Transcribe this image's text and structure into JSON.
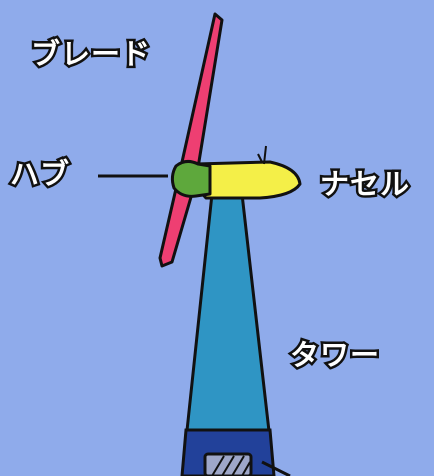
{
  "labels": {
    "blade": "ブレード",
    "hub": "ハブ",
    "nacelle": "ナセル",
    "tower": "タワー"
  },
  "colors": {
    "background": "#8fabeb",
    "blade": "#ee3f72",
    "hub": "#5ea83c",
    "nacelle": "#f4ef48",
    "tower": "#2f95c4",
    "tower_base": "#22419a",
    "outline": "#111111"
  }
}
